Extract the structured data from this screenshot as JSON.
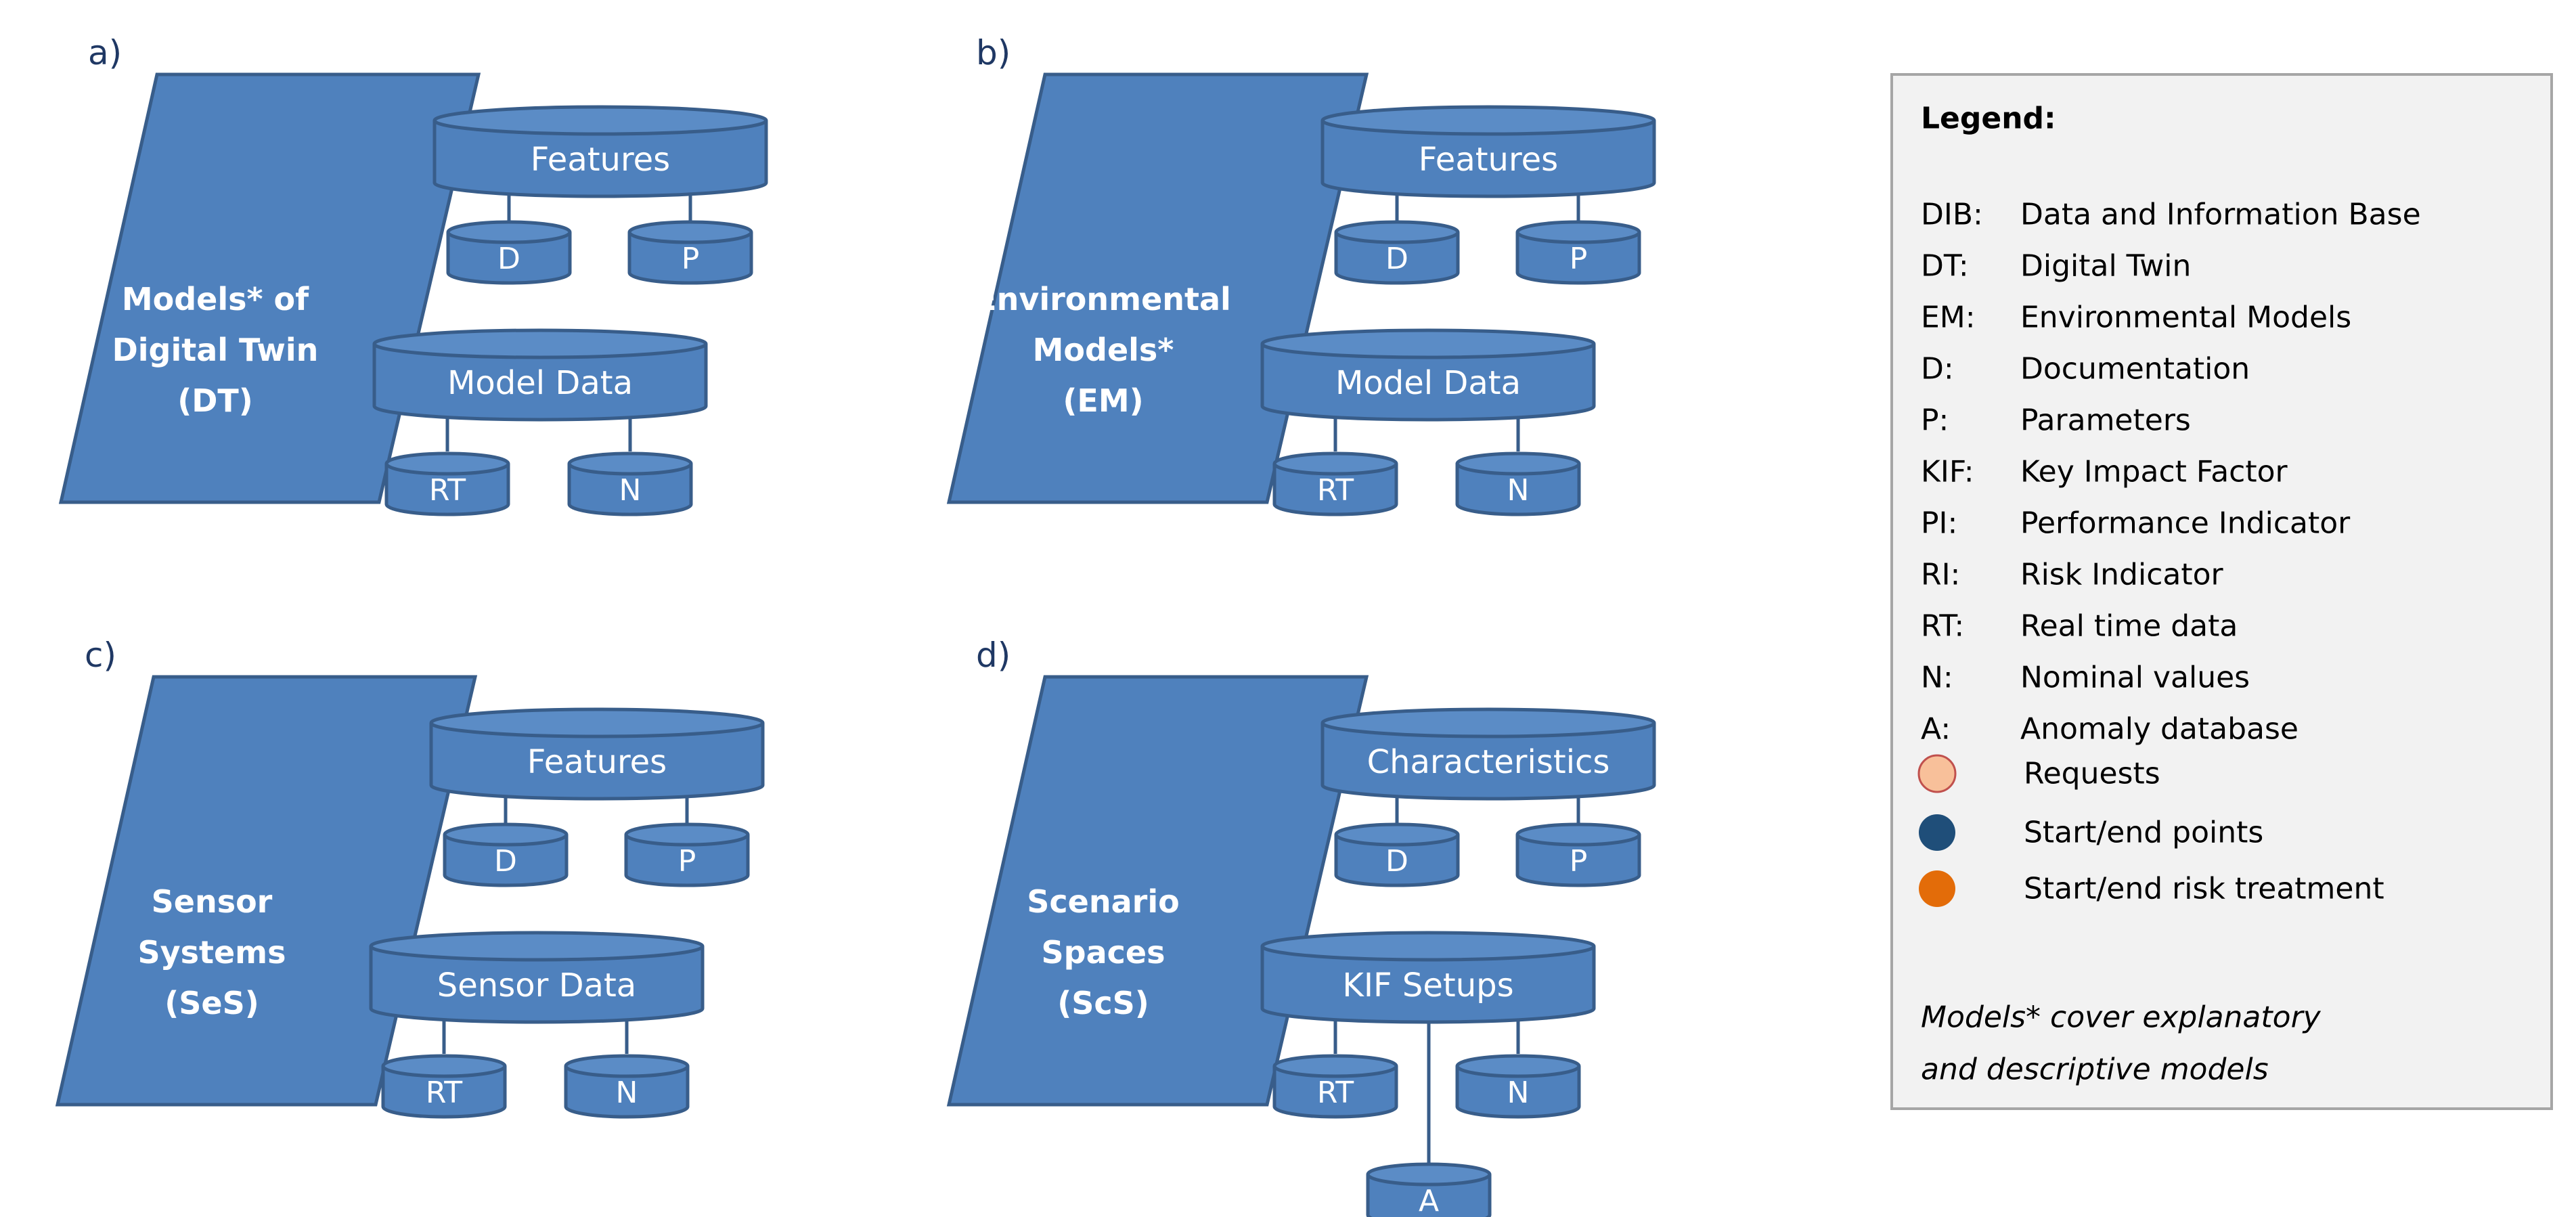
{
  "colors": {
    "fill": "#4f81bd",
    "stroke": "#385d8a",
    "text_light": "#ffffff",
    "panel_label": "#1f3864",
    "legend_bg": "#f2f2f2",
    "legend_border": "#a6a6a6",
    "requests": "#f8c09a",
    "start_end": "#1f4e79",
    "risk": "#e36c09"
  },
  "panels": [
    {
      "letter": "a)",
      "main_lines": [
        "Models* of",
        "Digital Twin",
        "(DT)"
      ],
      "top_db": "Features",
      "top_small": [
        "D",
        "P"
      ],
      "bottom_db": "Model Data",
      "bottom_small": [
        "RT",
        "N"
      ]
    },
    {
      "letter": "b)",
      "main_lines": [
        "Environmental",
        "Models*",
        "(EM)"
      ],
      "top_db": "Features",
      "top_small": [
        "D",
        "P"
      ],
      "bottom_db": "Model Data",
      "bottom_small": [
        "RT",
        "N"
      ]
    },
    {
      "letter": "c)",
      "main_lines": [
        "Sensor",
        "Systems",
        "(SeS)"
      ],
      "top_db": "Features",
      "top_small": [
        "D",
        "P"
      ],
      "bottom_db": "Sensor  Data",
      "bottom_small": [
        "RT",
        "N"
      ]
    },
    {
      "letter": "d)",
      "main_lines": [
        "Scenario",
        "Spaces",
        "(ScS)"
      ],
      "top_db": "Characteristics",
      "top_small": [
        "D",
        "P"
      ],
      "bottom_db": "KIF Setups",
      "bottom_small": [
        "RT",
        "N",
        "A"
      ]
    }
  ],
  "legend": {
    "title": "Legend:",
    "entries": [
      {
        "abbr": "DIB:",
        "text": "Data and Information Base"
      },
      {
        "abbr": "DT:",
        "text": "Digital Twin"
      },
      {
        "abbr": "EM:",
        "text": "Environmental Models"
      },
      {
        "abbr": "D:",
        "text": "Documentation"
      },
      {
        "abbr": "P:",
        "text": "Parameters"
      },
      {
        "abbr": "KIF:",
        "text": "Key Impact Factor"
      },
      {
        "abbr": "PI:",
        "text": "Performance Indicator"
      },
      {
        "abbr": "RI:",
        "text": "Risk Indicator"
      },
      {
        "abbr": "RT:",
        "text": "Real time data"
      },
      {
        "abbr": "N:",
        "text": "Nominal values"
      },
      {
        "abbr": "A:",
        "text": "Anomaly database"
      }
    ],
    "symbols": [
      {
        "text": "Requests",
        "color_key": "requests",
        "icon": "requests-circle-icon"
      },
      {
        "text": "Start/end points",
        "color_key": "start_end",
        "icon": "start-end-circle-icon"
      },
      {
        "text": "Start/end risk treatment",
        "color_key": "risk",
        "icon": "risk-treatment-circle-icon"
      }
    ],
    "note_lines": [
      "Models* cover explanatory",
      "and descriptive models"
    ]
  }
}
